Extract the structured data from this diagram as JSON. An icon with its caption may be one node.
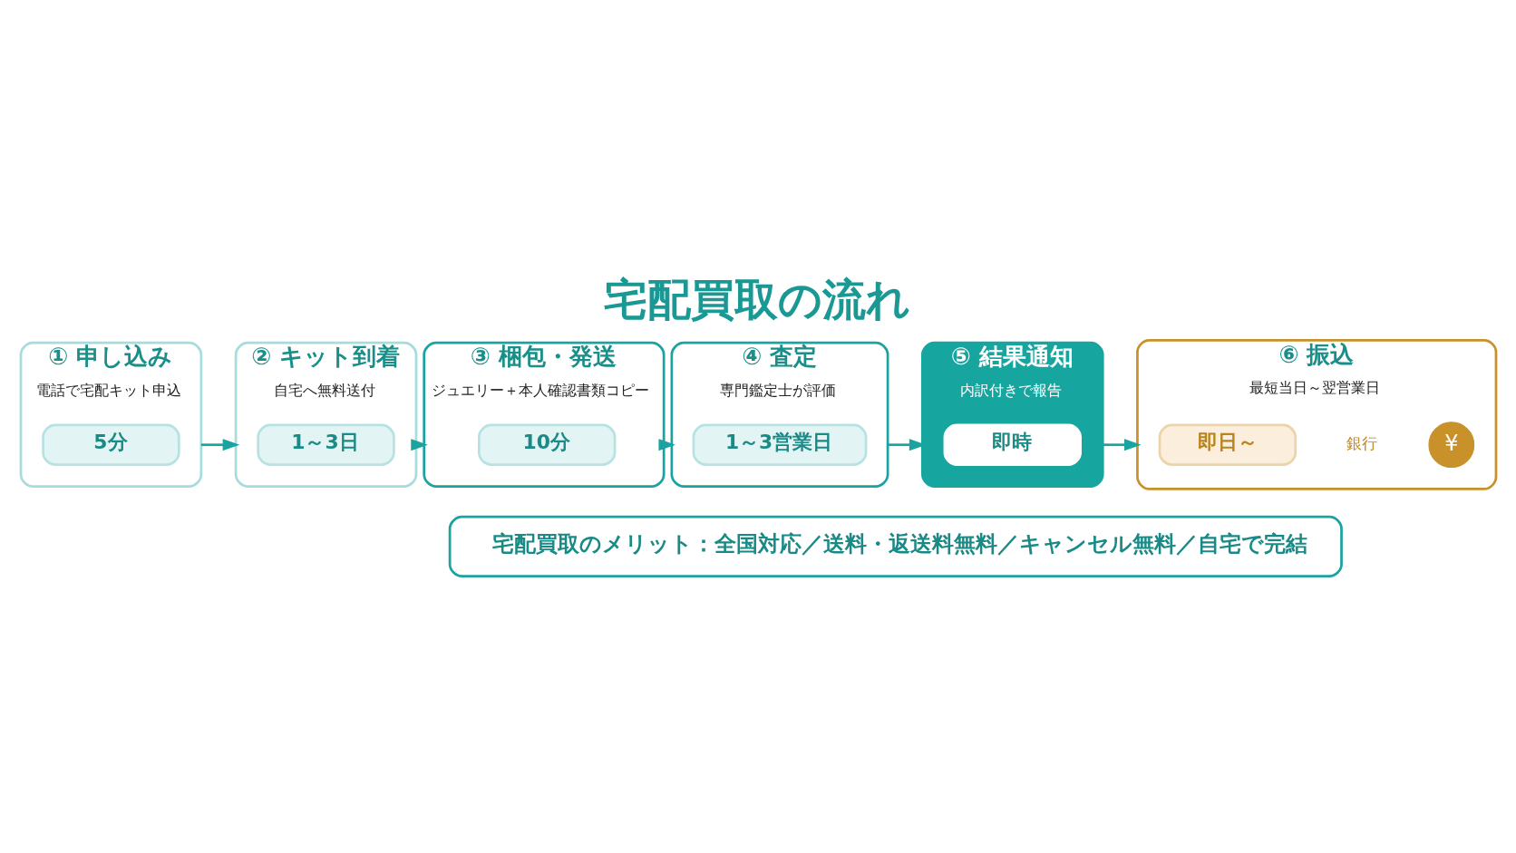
{
  "diagram": {
    "title": "宅配買取の流れ",
    "nodes": [
      {
        "text": [
          "① 申し込み",
          "電話で宅配キット申込"
        ]
      },
      {
        "text": [
          "5分"
        ],
        "in": 0
      },
      {
        "text": [
          "② キット到着",
          "自宅へ無料送付"
        ]
      },
      {
        "text": [
          "1～3日"
        ],
        "in": 2
      },
      {
        "text": [
          "③ 梱包・発送",
          "ジュエリー＋本人確認書類コピー"
        ]
      },
      {
        "text": [
          "10分"
        ],
        "in": 4
      },
      {
        "text": [
          "④ 査定",
          "専門鑑定士が評価"
        ]
      },
      {
        "text": [
          "1～3営業日"
        ],
        "in": 6
      },
      {
        "text": [
          "⑤ 結果通知",
          "内訳付きで報告"
        ]
      },
      {
        "text": [
          "即時"
        ],
        "in": 8
      },
      {
        "text": [
          "⑥ 振込",
          "最短当日～翌営業日"
        ]
      },
      {
        "text": [
          "即日～"
        ],
        "in": 10
      },
      {
        "text": [
          "宅配買取のメリット：全国対応／送料・返送料無料／キャンセル無料／自宅で完結"
        ]
      }
    ],
    "edges": [
      {
        "from": 0,
        "to": 2,
        "arrow": "to"
      },
      {
        "from": 2,
        "to": 4,
        "arrow": "to"
      },
      {
        "from": 4,
        "to": 6,
        "arrow": "to"
      },
      {
        "from": 6,
        "to": 8,
        "arrow": "to"
      },
      {
        "from": 8,
        "to": 10,
        "arrow": "to"
      }
    ],
    "labels": [
      "銀行",
      "¥"
    ]
  }
}
